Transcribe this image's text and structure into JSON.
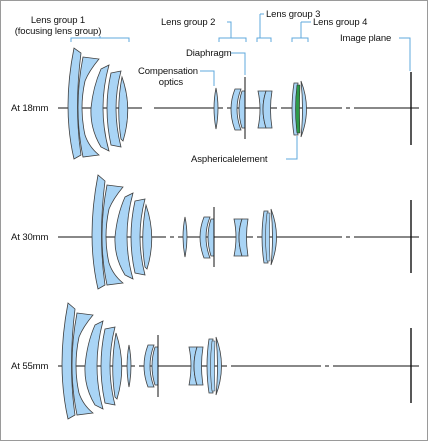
{
  "labels": {
    "lens_group_1_line1": "Lens group 1",
    "lens_group_1_line2": "(focusing lens group)",
    "lens_group_2": "Lens group 2",
    "lens_group_3": "Lens group 3",
    "lens_group_4": "Lens group 4",
    "diaphragm": "Diaphragm",
    "compensation_line1": "Compensation",
    "compensation_line2": "optics",
    "image_plane": "Image plane",
    "aspherical_element": "Asphericalelement"
  },
  "rows": [
    {
      "label": "At 18mm"
    },
    {
      "label": "At 30mm"
    },
    {
      "label": "At 55mm"
    }
  ],
  "colors": {
    "lens_fill": "#a9d4f5",
    "lens_stroke": "#3f3f3f",
    "aspherical": "#2d9a49",
    "callout": "#5fa8dc",
    "axis": "#111111",
    "border": "#9a9a9a"
  }
}
